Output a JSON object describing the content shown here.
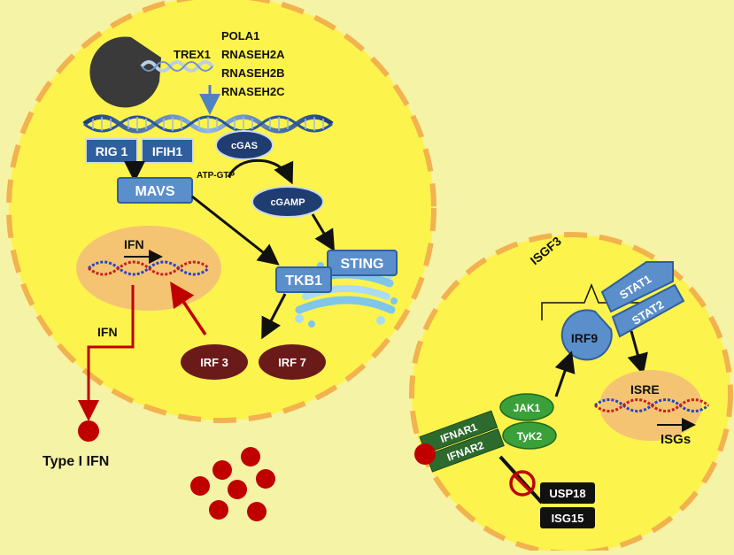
{
  "colors": {
    "background": "#f5f3a6",
    "cell_fill": "#fdf34d",
    "cell_border": "#f2b24e",
    "nucleus": "#f4c473",
    "box_blue": "#2f5f9e",
    "box_light_blue": "#5b8fcb",
    "box_navy": "#1f3d70",
    "irf_maroon": "#6b1a1a",
    "red": "#c00000",
    "green_dark": "#2d6a2d",
    "green_light": "#3aa03a"
  },
  "labels": {
    "trex1": "TREX1",
    "pola1": "POLA1",
    "rnaseh2a": "RNASEH2A",
    "rnaseh2b": "RNASEH2B",
    "rnaseh2c": "RNASEH2C",
    "rig1": "RIG 1",
    "ifih1": "IFIH1",
    "cgas": "cGAS",
    "atp_gtp": "ATP-GTP",
    "mavs": "MAVS",
    "cgamp": "cGAMP",
    "ifn_nucleus": "IFN",
    "sting": "STING",
    "tkb1": "TKB1",
    "ifn_arrow": "IFN",
    "irf3": "IRF 3",
    "irf7": "IRF 7",
    "type1_ifn": "Type I IFN",
    "isgf3": "ISGF3",
    "stat1": "STAT1",
    "stat2": "STAT2",
    "irf9": "IRF9",
    "jak1": "JAK1",
    "tyk2": "TyK2",
    "isre": "ISRE",
    "isgs": "ISGs",
    "ifnar1": "IFNAR1",
    "ifnar2": "IFNAR2",
    "usp18": "USP18",
    "isg15": "ISG15"
  }
}
